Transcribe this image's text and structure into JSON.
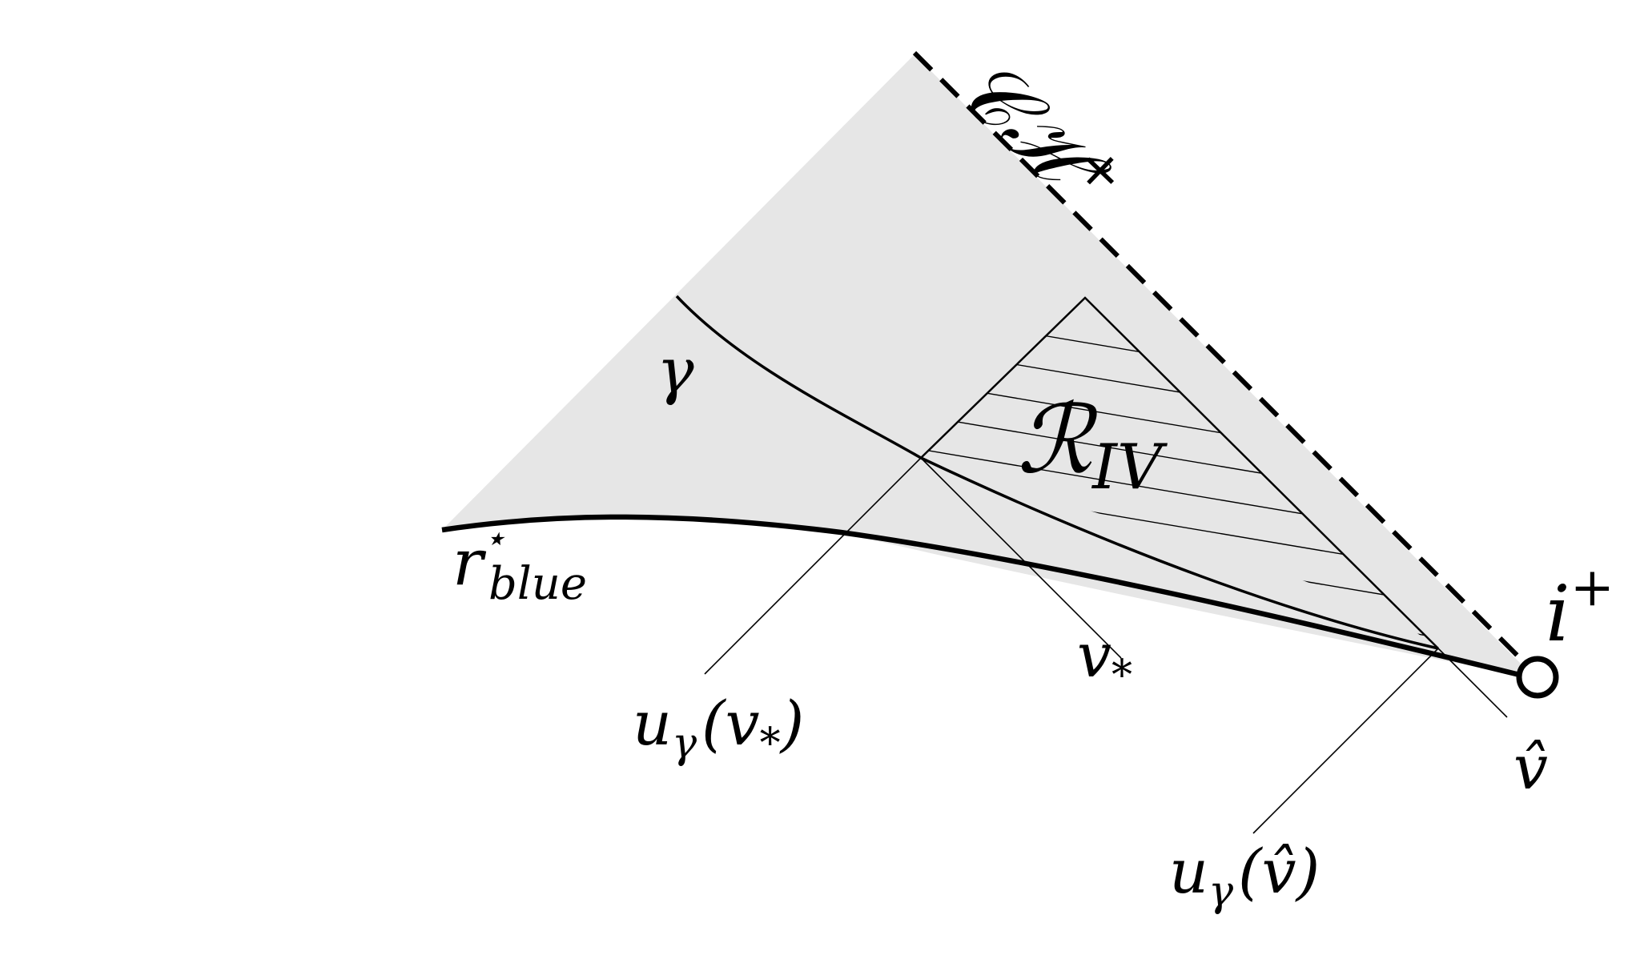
{
  "labels": {
    "cauchy_horizon": {
      "main": "𝒞ℋ",
      "sup": "+"
    },
    "gamma": "γ",
    "region": {
      "main": "ℛ",
      "sub": "IV"
    },
    "r_blue": {
      "main": "r",
      "sup": "⋆",
      "sub": "blue"
    },
    "v_star": {
      "main": "v",
      "sub": "*"
    },
    "u_gamma_v_star": {
      "main": "u",
      "sub": "γ",
      "arg": "(v",
      "argsub": "*",
      "close": ")"
    },
    "v_hat": "v̂",
    "u_gamma_v_hat": {
      "main": "u",
      "sub": "γ",
      "arg": "(v̂)"
    },
    "i_plus": {
      "main": "i",
      "sup": "+"
    }
  },
  "colors": {
    "shaded_region": "#e6e6e6",
    "ink": "#000000"
  }
}
